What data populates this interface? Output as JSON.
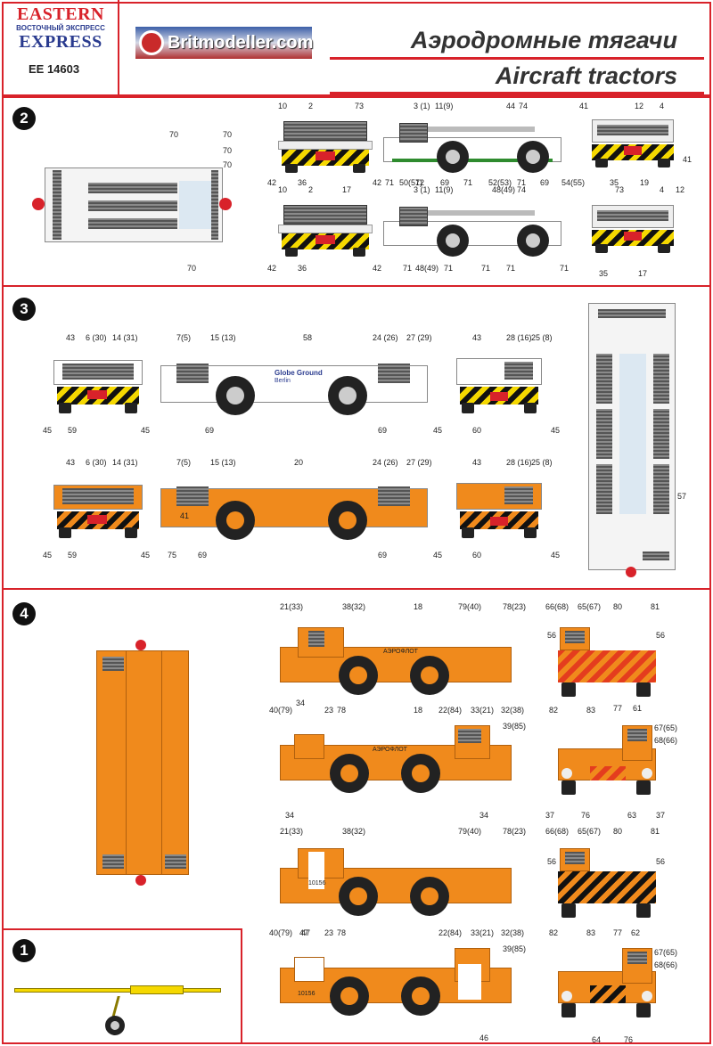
{
  "header": {
    "brand_line1": "EASTERN",
    "brand_line2": "ВОСТОЧНЫЙ ЭКСПРЕСС",
    "brand_line3": "EXPRESS",
    "product_code": "EE 14603",
    "partner": "Britmodeller.com",
    "title_ru": "Аэродромные тягачи",
    "title_en": "Aircraft tractors"
  },
  "colors": {
    "accent": "#d8222a",
    "orange": "#f08a1c",
    "yellow": "#f5d800",
    "grey": "#6e6e6e"
  },
  "sections": {
    "s2": {
      "number": "2"
    },
    "s3": {
      "number": "3",
      "livery_text_1": "Globe Ground",
      "livery_text_2": "Berlin"
    },
    "s4": {
      "number": "4",
      "aeroflot": "АЭРОФЛОТ",
      "reg": "10156"
    },
    "s1": {
      "number": "1"
    }
  },
  "callouts": {
    "s2": [
      "70",
      "70",
      "70",
      "70",
      "70",
      "10",
      "2",
      "73",
      "42",
      "36",
      "42",
      "3 (1)",
      "11(9)",
      "44",
      "74",
      "71",
      "50(51)",
      "72",
      "69",
      "71",
      "52(53)",
      "71",
      "69",
      "54(55)",
      "41",
      "12",
      "4",
      "35",
      "19",
      "41",
      "10",
      "2",
      "17",
      "42",
      "36",
      "42",
      "3 (1)",
      "11(9)",
      "48(49)",
      "74",
      "71",
      "48(49)",
      "71",
      "71",
      "71",
      "71",
      "73",
      "4",
      "12",
      "35",
      "17"
    ],
    "s3": [
      "43",
      "6 (30)",
      "14 (31)",
      "7(5)",
      "15 (13)",
      "58",
      "24 (26)",
      "27 (29)",
      "43",
      "28 (16)",
      "25 (8)",
      "45",
      "59",
      "45",
      "69",
      "69",
      "45",
      "60",
      "45",
      "43",
      "6 (30)",
      "14 (31)",
      "7(5)",
      "15 (13)",
      "20",
      "24 (26)",
      "27 (29)",
      "43",
      "28 (16)",
      "25 (8)",
      "45",
      "59",
      "45",
      "75",
      "69",
      "69",
      "45",
      "60",
      "45",
      "57",
      "41"
    ],
    "s4": [
      "21(33)",
      "38(32)",
      "18",
      "79(40)",
      "78(23)",
      "34",
      "66(68)",
      "65(67)",
      "80",
      "81",
      "56",
      "56",
      "77",
      "61",
      "40(79)",
      "23",
      "78",
      "18",
      "22(84)",
      "33(21)",
      "32(38)",
      "39(85)",
      "34",
      "34",
      "82",
      "83",
      "67(65)",
      "68(66)",
      "37",
      "76",
      "63",
      "37",
      "21(33)",
      "38(32)",
      "79(40)",
      "78(23)",
      "47",
      "66(68)",
      "65(67)",
      "80",
      "81",
      "56",
      "56",
      "77",
      "62",
      "40(79)",
      "47",
      "23",
      "78",
      "22(84)",
      "33(21)",
      "32(38)",
      "39(85)",
      "46",
      "82",
      "83",
      "67(65)",
      "68(66)",
      "64",
      "76"
    ]
  }
}
